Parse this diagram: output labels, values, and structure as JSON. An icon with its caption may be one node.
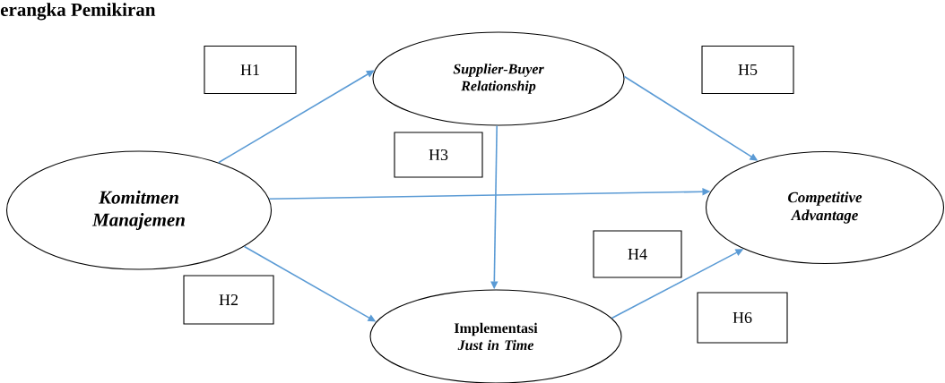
{
  "diagram": {
    "title": "erangka Pemikiran",
    "nodes": [
      {
        "text": [
          "H1"
        ]
      },
      {
        "text": [
          "Supplier-Buyer Relationship"
        ]
      },
      {
        "text": [
          "H5"
        ]
      },
      {
        "text": [
          "H3"
        ]
      },
      {
        "text": [
          "Komitmen Manajemen"
        ]
      },
      {
        "text": [
          "Competitive Advantage"
        ]
      },
      {
        "text": [
          "H4"
        ]
      },
      {
        "text": [
          "H2"
        ]
      },
      {
        "text": [
          "Implementasi *Just in Time*"
        ]
      },
      {
        "text": [
          "H6"
        ]
      }
    ],
    "edges": [
      {
        "from": 4,
        "to": 1,
        "arrow": "to"
      },
      {
        "from": 4,
        "to": 8,
        "arrow": "to"
      },
      {
        "from": 4,
        "to": 5,
        "arrow": "to"
      },
      {
        "from": 1,
        "to": 8,
        "arrow": "to"
      },
      {
        "from": 1,
        "to": 5,
        "arrow": "to"
      },
      {
        "from": 8,
        "to": 5,
        "arrow": "to"
      }
    ]
  }
}
